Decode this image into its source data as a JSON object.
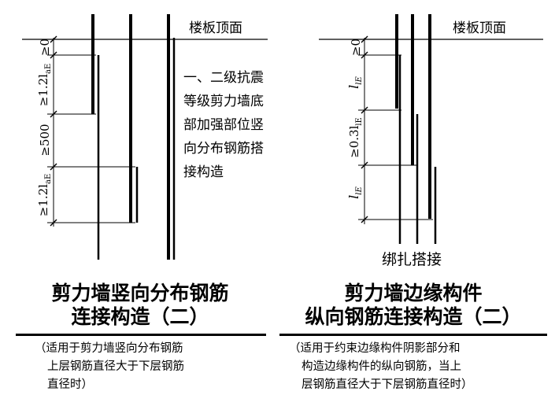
{
  "left_diagram": {
    "floor_label": "楼板顶面",
    "note_lines": [
      "一、二级抗震",
      "等级剪力墙底",
      "部加强部位竖",
      "向分布钢筋搭",
      "接构造"
    ],
    "dim_top": "≥0",
    "dim_upper": "≥1.2l",
    "dim_upper_sub": "aE",
    "dim_middle": "≥500",
    "dim_lower": "≥1.2l",
    "dim_lower_sub": "aE",
    "title_lines": [
      "剪力墙竖向分布钢筋",
      "连接构造（二）"
    ],
    "subtitle_lines": [
      "（适用于剪力墙竖向分布钢筋",
      "上层钢筋直径大于下层钢筋",
      "直径时）"
    ]
  },
  "right_diagram": {
    "floor_label": "楼板顶面",
    "dim_top": "≥0",
    "dim_upper": "l",
    "dim_upper_sub": "lE",
    "dim_middle": "≥0.3l",
    "dim_middle_sub": "lE",
    "dim_lower": "l",
    "dim_lower_sub": "lE",
    "splice_label": "绑扎搭接",
    "title_lines": [
      "剪力墙边缘构件",
      "纵向钢筋连接构造（二）"
    ],
    "subtitle_lines": [
      "（适用于约束边缘构件阴影部分和",
      "构造边缘构件的纵向钢筋，当上",
      "层钢筋直径大于下层钢筋直径时）"
    ]
  }
}
